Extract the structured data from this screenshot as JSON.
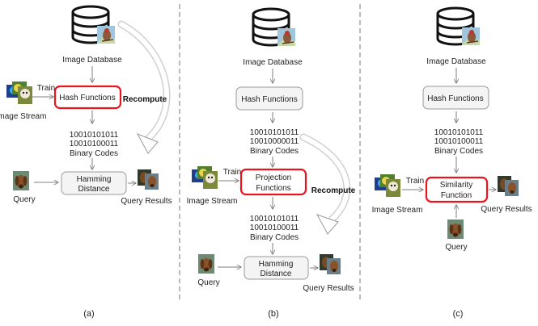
{
  "colors": {
    "highlight": "#e8141e",
    "box_fill": "#f4f4f4",
    "box_stroke": "#9a9a9a",
    "arrow": "#7f7f7f",
    "divider": "#777777"
  },
  "labels": {
    "image_database": "Image Database",
    "hash_functions": "Hash Functions",
    "train": "Train",
    "image_stream": "Image Stream",
    "recompute": "Recompute",
    "code_line_1": "10010101011",
    "code_line_2": "10010100011",
    "code_line_2_b": "10010000011",
    "binary_codes": "Binary Codes",
    "query": "Query",
    "hamming_line_1": "Hamming",
    "hamming_line_2": "Distance",
    "query_results": "Query Results",
    "projection_line_1": "Projection",
    "projection_line_2": "Functions",
    "similarity_line_1": "Similarity",
    "similarity_line_2": "Function"
  },
  "captions": {
    "a": "(a)",
    "b": "(b)",
    "c": "(c)"
  },
  "icons": {
    "database": "database-icon",
    "bird": "bird-photo-icon",
    "stream": "image-stream-photos-icon",
    "dog": "dog-photo-icon"
  }
}
